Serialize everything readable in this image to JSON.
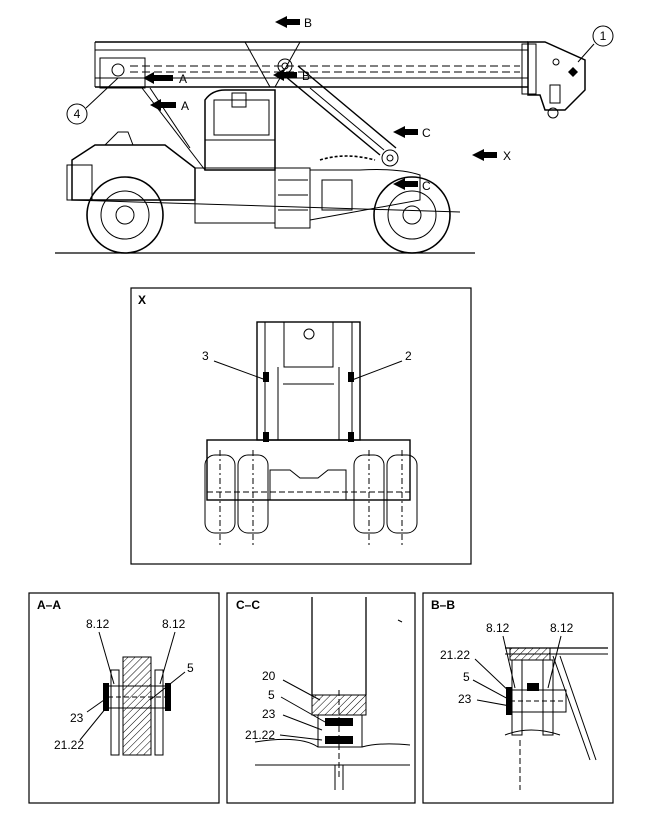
{
  "main": {
    "callouts": {
      "c1": "1",
      "c4": "4"
    },
    "arrows": {
      "b_top": "B",
      "b_mid": "B",
      "a_upper": "A",
      "a_lower": "A",
      "c_upper": "C",
      "c_lower": "C",
      "x": "X"
    }
  },
  "view_x": {
    "title": "X",
    "labels": {
      "left": "3",
      "right": "2"
    }
  },
  "section_aa": {
    "title": "A–A",
    "labels": {
      "tl": "8.12",
      "tr": "8.12",
      "r": "5",
      "l": "23",
      "bl": "21.22"
    }
  },
  "section_cc": {
    "title": "C–C",
    "labels": {
      "l1": "20",
      "l2": "5",
      "l3": "23",
      "l4": "21.22"
    }
  },
  "section_bb": {
    "title": "B–B",
    "labels": {
      "tl": "8.12",
      "tr": "8.12",
      "l1": "21.22",
      "l2": "5",
      "l3": "23"
    }
  }
}
